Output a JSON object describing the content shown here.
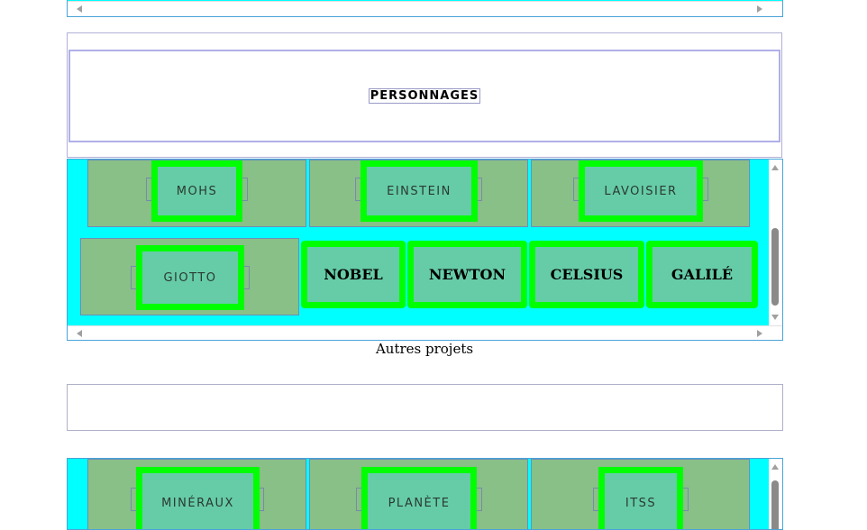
{
  "section_title": "PERSONNAGES",
  "row1": [
    "MOHS",
    "EINSTEIN",
    "LAVOISIER"
  ],
  "row2_card": "GIOTTO",
  "row2_buttons": [
    "NOBEL",
    "NEWTON",
    "CELSIUS",
    "GALILÉ"
  ],
  "caption": "Autres projets",
  "projects": [
    "MINÉRAUX",
    "PLANÈTE",
    "ITSS"
  ]
}
